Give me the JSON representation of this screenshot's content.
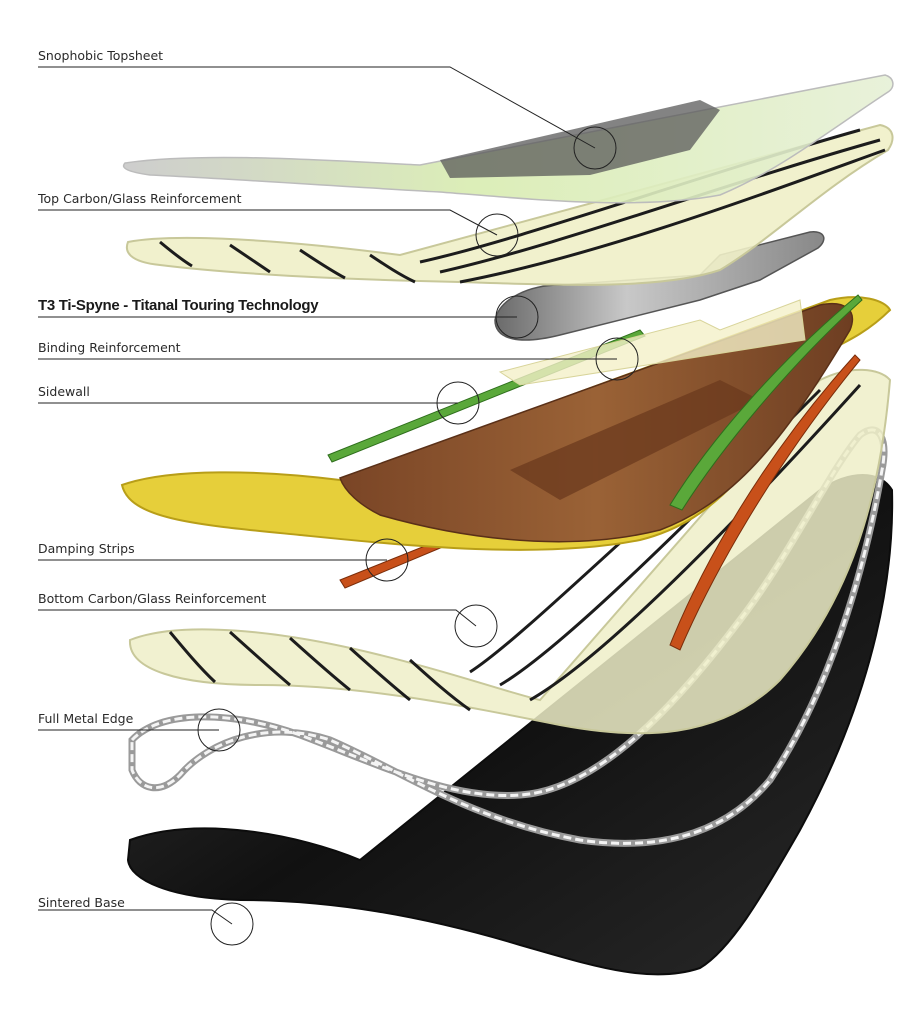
{
  "layers": [
    {
      "id": "topsheet",
      "label": "Snophobic Topsheet"
    },
    {
      "id": "top-reinforcement",
      "label": "Top Carbon/Glass Reinforcement"
    },
    {
      "id": "titanal",
      "label": "T3 Ti-Spyne - Titanal Touring Technology"
    },
    {
      "id": "binding-reinforcement",
      "label": "Binding Reinforcement"
    },
    {
      "id": "sidewall",
      "label": "Sidewall"
    },
    {
      "id": "damping-strips",
      "label": "Damping Strips"
    },
    {
      "id": "bottom-reinforcement",
      "label": "Bottom Carbon/Glass Reinforcement"
    },
    {
      "id": "metal-edge",
      "label": "Full Metal Edge"
    },
    {
      "id": "base",
      "label": "Sintered Base"
    }
  ],
  "colors": {
    "topsheet": "#d8ecb0",
    "glass": "#efefc8",
    "carbon_stripe": "#1c1c1c",
    "titanal": "#9a9a9a",
    "wood_core": "#8a5530",
    "core_edge": "#e6cf3a",
    "sidewall": "#5aa83a",
    "damping": "#c8501a",
    "metal_edge": "#b8b8b8",
    "base": "#1e1e1e"
  }
}
